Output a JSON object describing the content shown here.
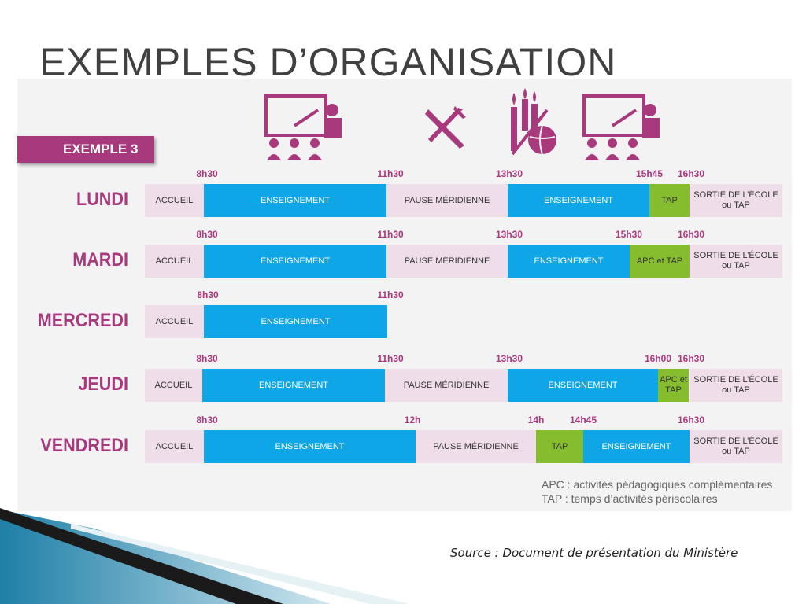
{
  "slide": {
    "title": "EXEMPLES D’ORGANISATION",
    "example_label": "EXEMPLE 3",
    "source": "Source :  Document de présentation du Ministère"
  },
  "legend": [
    "APC : activités pédagogiques complémentaires",
    "TAP : temps d’activités périscolaires"
  ],
  "colors": {
    "pink": "#efdde9",
    "blue": "#0ea6e6",
    "green": "#86bd2f",
    "accent": "#a9397d"
  },
  "icons": [
    "classroom-icon",
    "fork-knife-icon",
    "arts-sports-icon",
    "classroom-icon"
  ],
  "schedule": [
    {
      "day": "LUNDI",
      "times": [
        "8h30",
        "11h30",
        "13h30",
        "15h45",
        "16h30"
      ],
      "segments": [
        {
          "label": "ACCUEIL",
          "kind": "pink"
        },
        {
          "label": "ENSEIGNEMENT",
          "kind": "blue"
        },
        {
          "label": "PAUSE MÉRIDIENNE",
          "kind": "pink"
        },
        {
          "label": "ENSEIGNEMENT",
          "kind": "blue"
        },
        {
          "label": "TAP",
          "kind": "green"
        },
        {
          "label": "SORTIE DE L’ÉCOLE ou TAP",
          "kind": "pink"
        }
      ]
    },
    {
      "day": "MARDI",
      "times": [
        "8h30",
        "11h30",
        "13h30",
        "15h30",
        "16h30"
      ],
      "segments": [
        {
          "label": "ACCUEIL",
          "kind": "pink"
        },
        {
          "label": "ENSEIGNEMENT",
          "kind": "blue"
        },
        {
          "label": "PAUSE MÉRIDIENNE",
          "kind": "pink"
        },
        {
          "label": "ENSEIGNEMENT",
          "kind": "blue"
        },
        {
          "label": "APC et TAP",
          "kind": "green"
        },
        {
          "label": "SORTIE DE L’ÉCOLE ou TAP",
          "kind": "pink"
        }
      ]
    },
    {
      "day": "MERCREDI",
      "times": [
        "8h30",
        "11h30"
      ],
      "segments": [
        {
          "label": "ACCUEIL",
          "kind": "pink"
        },
        {
          "label": "ENSEIGNEMENT",
          "kind": "blue"
        }
      ]
    },
    {
      "day": "JEUDI",
      "times": [
        "8h30",
        "11h30",
        "13h30",
        "16h00",
        "16h30"
      ],
      "segments": [
        {
          "label": "ACCUEIL",
          "kind": "pink"
        },
        {
          "label": "ENSEIGNEMENT",
          "kind": "blue"
        },
        {
          "label": "PAUSE MÉRIDIENNE",
          "kind": "pink"
        },
        {
          "label": "ENSEIGNEMENT",
          "kind": "blue"
        },
        {
          "label": "APC et TAP",
          "kind": "green"
        },
        {
          "label": "SORTIE DE L’ÉCOLE ou TAP",
          "kind": "pink"
        }
      ]
    },
    {
      "day": "VENDREDI",
      "times": [
        "8h30",
        "12h",
        "14h",
        "14h45",
        "16h30"
      ],
      "segments": [
        {
          "label": "ACCUEIL",
          "kind": "pink"
        },
        {
          "label": "ENSEIGNEMENT",
          "kind": "blue"
        },
        {
          "label": "PAUSE MÉRIDIENNE",
          "kind": "pink"
        },
        {
          "label": "TAP",
          "kind": "green"
        },
        {
          "label": "ENSEIGNEMENT",
          "kind": "blue"
        },
        {
          "label": "SORTIE DE L’ÉCOLE ou TAP",
          "kind": "pink"
        }
      ]
    }
  ]
}
